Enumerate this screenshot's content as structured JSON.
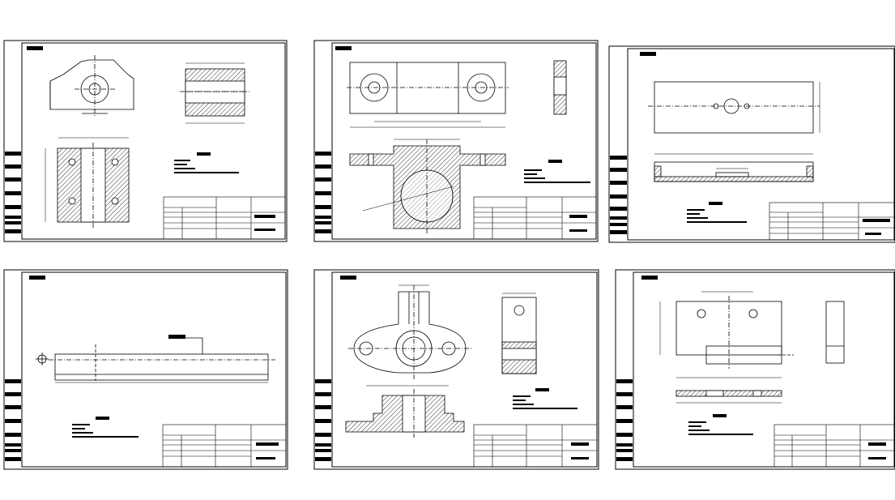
{
  "layout": {
    "sheet_count": 6,
    "columns": 3,
    "rows": 2
  },
  "sheets": [
    {
      "id": "sheet-1",
      "part": "bearing-block",
      "notes_title": "",
      "notes": [],
      "title_block": {
        "drawing_name": "",
        "drawing_number": ""
      }
    },
    {
      "id": "sheet-2",
      "part": "bracket-with-bore",
      "notes_title": "",
      "notes": [],
      "title_block": {
        "drawing_name": "",
        "drawing_number": ""
      }
    },
    {
      "id": "sheet-3",
      "part": "plate-with-holes",
      "notes_title": "",
      "notes": [],
      "title_block": {
        "drawing_name": "",
        "drawing_number": ""
      }
    },
    {
      "id": "sheet-4",
      "part": "shaft",
      "notes_title": "",
      "notes": [],
      "title_block": {
        "drawing_name": "",
        "drawing_number": ""
      }
    },
    {
      "id": "sheet-5",
      "part": "flanged-bracket",
      "notes_title": "",
      "notes": [],
      "title_block": {
        "drawing_name": "",
        "drawing_number": ""
      }
    },
    {
      "id": "sheet-6",
      "part": "slotted-plate",
      "notes_title": "",
      "notes": [],
      "title_block": {
        "drawing_name": "",
        "drawing_number": ""
      }
    }
  ],
  "colors": {
    "line": "#000000",
    "paper": "#ffffff"
  }
}
